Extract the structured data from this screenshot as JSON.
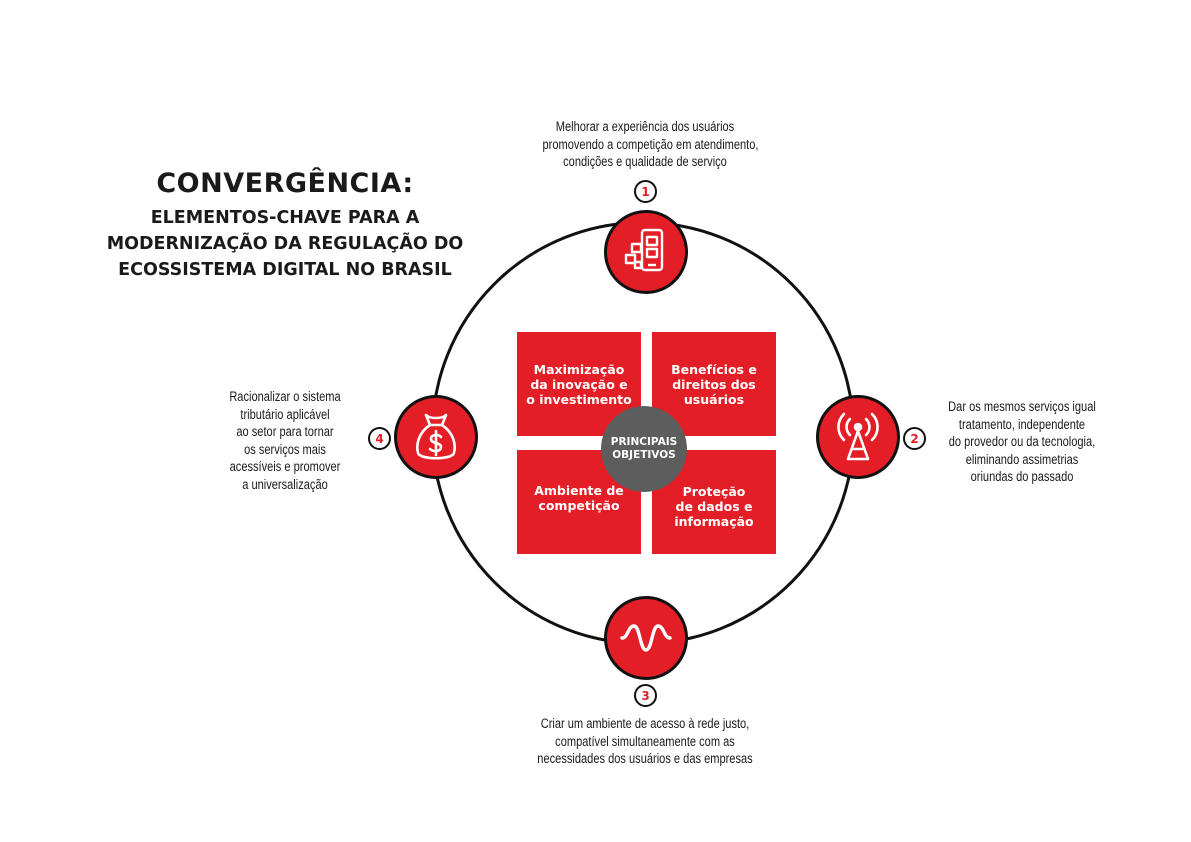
{
  "title": {
    "main": "CONVERGÊNCIA:",
    "sub_lines": [
      "ELEMENTOS-CHAVE PARA A",
      "MODERNIZAÇÃO DA REGULAÇÃO DO",
      "ECOSSISTEMA DIGITAL NO BRASIL"
    ]
  },
  "center": {
    "label": "PRINCIPAIS\nOBJETIVOS"
  },
  "quadrants": [
    {
      "label": "Maximização\nda inovação e\no investimento"
    },
    {
      "label": "Benefícios e\ndireitos dos\nusuários"
    },
    {
      "label": "Ambiente de\ncompetição"
    },
    {
      "label": "Proteção\nde dados e\ninformação"
    }
  ],
  "elements": [
    {
      "number": "1",
      "icon": "mobile-app-icon",
      "lines": [
        "Melhorar a experiência dos usuários",
        "promovendo a competição em atendimento,",
        "condições e qualidade de serviço"
      ]
    },
    {
      "number": "2",
      "icon": "antenna-tower-icon",
      "lines": [
        "Dar os mesmos serviços igual",
        "tratamento, independente",
        "do provedor ou da tecnologia,",
        "eliminando assimetrias",
        "oriundas do passado"
      ]
    },
    {
      "number": "3",
      "icon": "signal-wave-icon",
      "lines": [
        "Criar um ambiente de acesso à rede justo,",
        "compatível simultaneamente com as",
        "necessidades dos usuários e das empresas"
      ]
    },
    {
      "number": "4",
      "icon": "money-bag-icon",
      "lines": [
        "Racionalizar o sistema",
        "tributário aplicável",
        "ao setor para tornar",
        "os serviços mais",
        "acessíveis e promover",
        "a universalização"
      ]
    }
  ],
  "colors": {
    "accent": "#e41e26",
    "hub": "#5d5d5d",
    "line": "#111111"
  }
}
